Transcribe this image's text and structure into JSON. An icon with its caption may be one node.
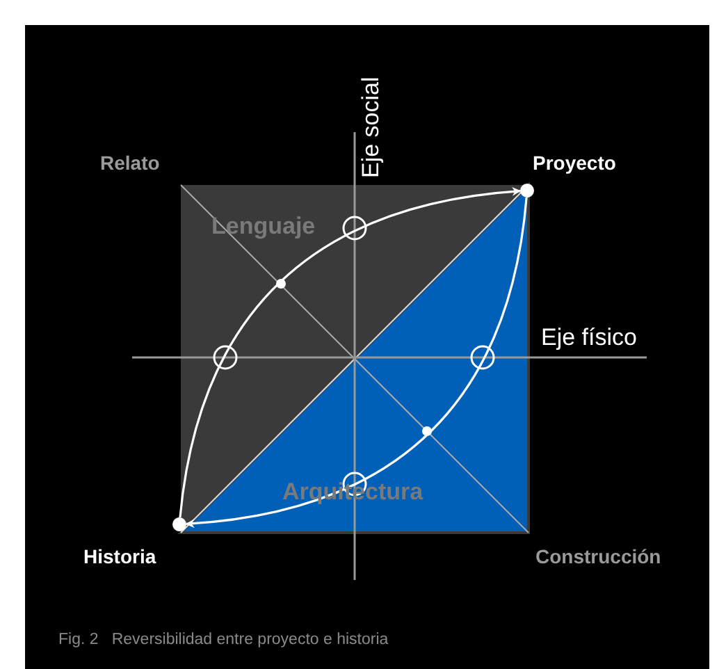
{
  "diagram": {
    "caption": "Fig. 2   Reversibilidad entre proyecto e historia",
    "nodes": [
      {
        "text": [],
        "shape": "circle"
      },
      {
        "text": [],
        "shape": "circle"
      }
    ],
    "edges": [
      {
        "from": 1,
        "to": 0,
        "arrow": "to"
      },
      {
        "from": 0,
        "to": 1,
        "arrow": "to"
      }
    ],
    "labels": [
      "Eje social",
      "Relato",
      "Proyecto",
      "Lenguaje",
      "Eje físico",
      "Arquitectura",
      "Historia",
      "Construcción"
    ]
  }
}
